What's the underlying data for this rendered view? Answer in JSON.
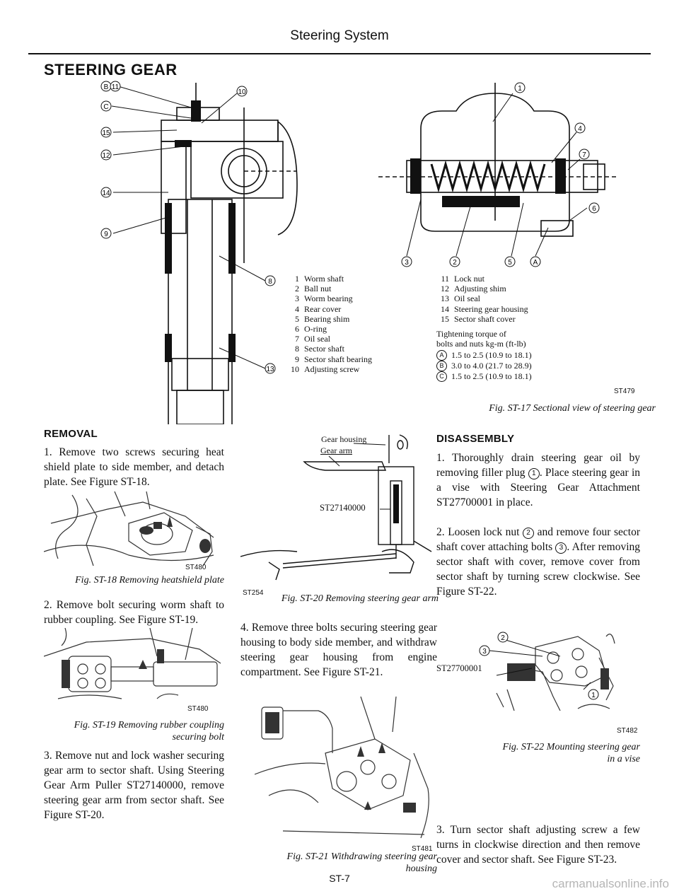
{
  "header": {
    "title": "Steering System"
  },
  "section": {
    "title": "STEERING GEAR"
  },
  "fig17": {
    "callouts_left": [
      "B",
      "11",
      "C",
      "15",
      "12",
      "14",
      "9",
      "10",
      "8",
      "13"
    ],
    "callouts_right": [
      "1",
      "4",
      "7",
      "6",
      "3",
      "2",
      "5",
      "A"
    ],
    "legend_left": [
      {
        "num": "1",
        "label": "Worm shaft"
      },
      {
        "num": "2",
        "label": "Ball nut"
      },
      {
        "num": "3",
        "label": "Worm bearing"
      },
      {
        "num": "4",
        "label": "Rear cover"
      },
      {
        "num": "5",
        "label": "Bearing shim"
      },
      {
        "num": "6",
        "label": "O-ring"
      },
      {
        "num": "7",
        "label": "Oil seal"
      },
      {
        "num": "8",
        "label": "Sector shaft"
      },
      {
        "num": "9",
        "label": "Sector shaft bearing"
      },
      {
        "num": "10",
        "label": "Adjusting screw"
      }
    ],
    "legend_right": [
      {
        "num": "11",
        "label": "Lock nut"
      },
      {
        "num": "12",
        "label": "Adjusting shim"
      },
      {
        "num": "13",
        "label": "Oil seal"
      },
      {
        "num": "14",
        "label": "Steering gear housing"
      },
      {
        "num": "15",
        "label": "Sector shaft cover"
      }
    ],
    "torque_title_1": "Tightening torque of",
    "torque_title_2": "bolts and nuts  kg-m (ft-lb)",
    "torque": [
      {
        "key": "A",
        "value": "1.5 to 2.5 (10.9 to 18.1)"
      },
      {
        "key": "B",
        "value": "3.0 to 4.0 (21.7 to 28.9)"
      },
      {
        "key": "C",
        "value": "1.5 to 2.5 (10.9 to 18.1)"
      }
    ],
    "code": "ST479",
    "caption": "Fig. ST-17 Sectional view of steering gear"
  },
  "removal": {
    "title": "REMOVAL",
    "step1": "1.  Remove two screws securing heat shield plate to side member, and detach plate. See Figure ST-18.",
    "step2": "2.  Remove bolt securing worm shaft to rubber coupling. See Figure ST-19.",
    "step3": "3.  Remove nut and lock washer securing gear arm to sector shaft. Using Steering Gear Arm Puller ST27140000, remove steering gear arm from sector shaft. See Figure ST-20.",
    "step4": "4.  Remove three bolts securing steering gear housing to body side member, and withdraw steering gear housing from engine compartment. See Figure ST-21."
  },
  "fig18": {
    "code": "ST480",
    "caption": "Fig. ST-18 Removing heatshield plate"
  },
  "fig19": {
    "code": "ST480",
    "caption_1": "Fig. ST-19 Removing rubber coupling",
    "caption_2": "securing bolt"
  },
  "fig20": {
    "label_housing": "Gear housing",
    "label_arm": "Gear arm",
    "tool": "ST27140000",
    "code": "ST254",
    "caption": "Fig. ST-20 Removing steering gear arm"
  },
  "fig21": {
    "code": "ST481",
    "caption_1": "Fig. ST-21 Withdrawing steering gear",
    "caption_2": "housing"
  },
  "disassembly": {
    "title": "DISASSEMBLY",
    "step1_a": "1.  Thoroughly drain steering gear oil by removing filler plug",
    "step1_circ": "1",
    "step1_b": ". Place steering gear in a vise with Steering Gear Attachment ST27700001 in place.",
    "step2_a": "2.  Loosen lock nut",
    "step2_circ1": "2",
    "step2_b": "and remove four sector shaft cover attaching bolts",
    "step2_circ2": "3",
    "step2_c": ". After removing sector shaft with cover, remove cover from sector shaft by turning screw clockwise. See Figure ST-22.",
    "step3": "3.  Turn sector shaft adjusting screw a few turns in clockwise direction and then remove cover and sector shaft. See Figure ST-23."
  },
  "fig22": {
    "tool": "ST27700001",
    "callouts": [
      "3",
      "2",
      "1"
    ],
    "code": "ST482",
    "caption_1": "Fig. ST-22 Mounting steering gear",
    "caption_2": "in a vise"
  },
  "page": {
    "number": "ST-7",
    "watermark": "carmanualsonline.info"
  }
}
